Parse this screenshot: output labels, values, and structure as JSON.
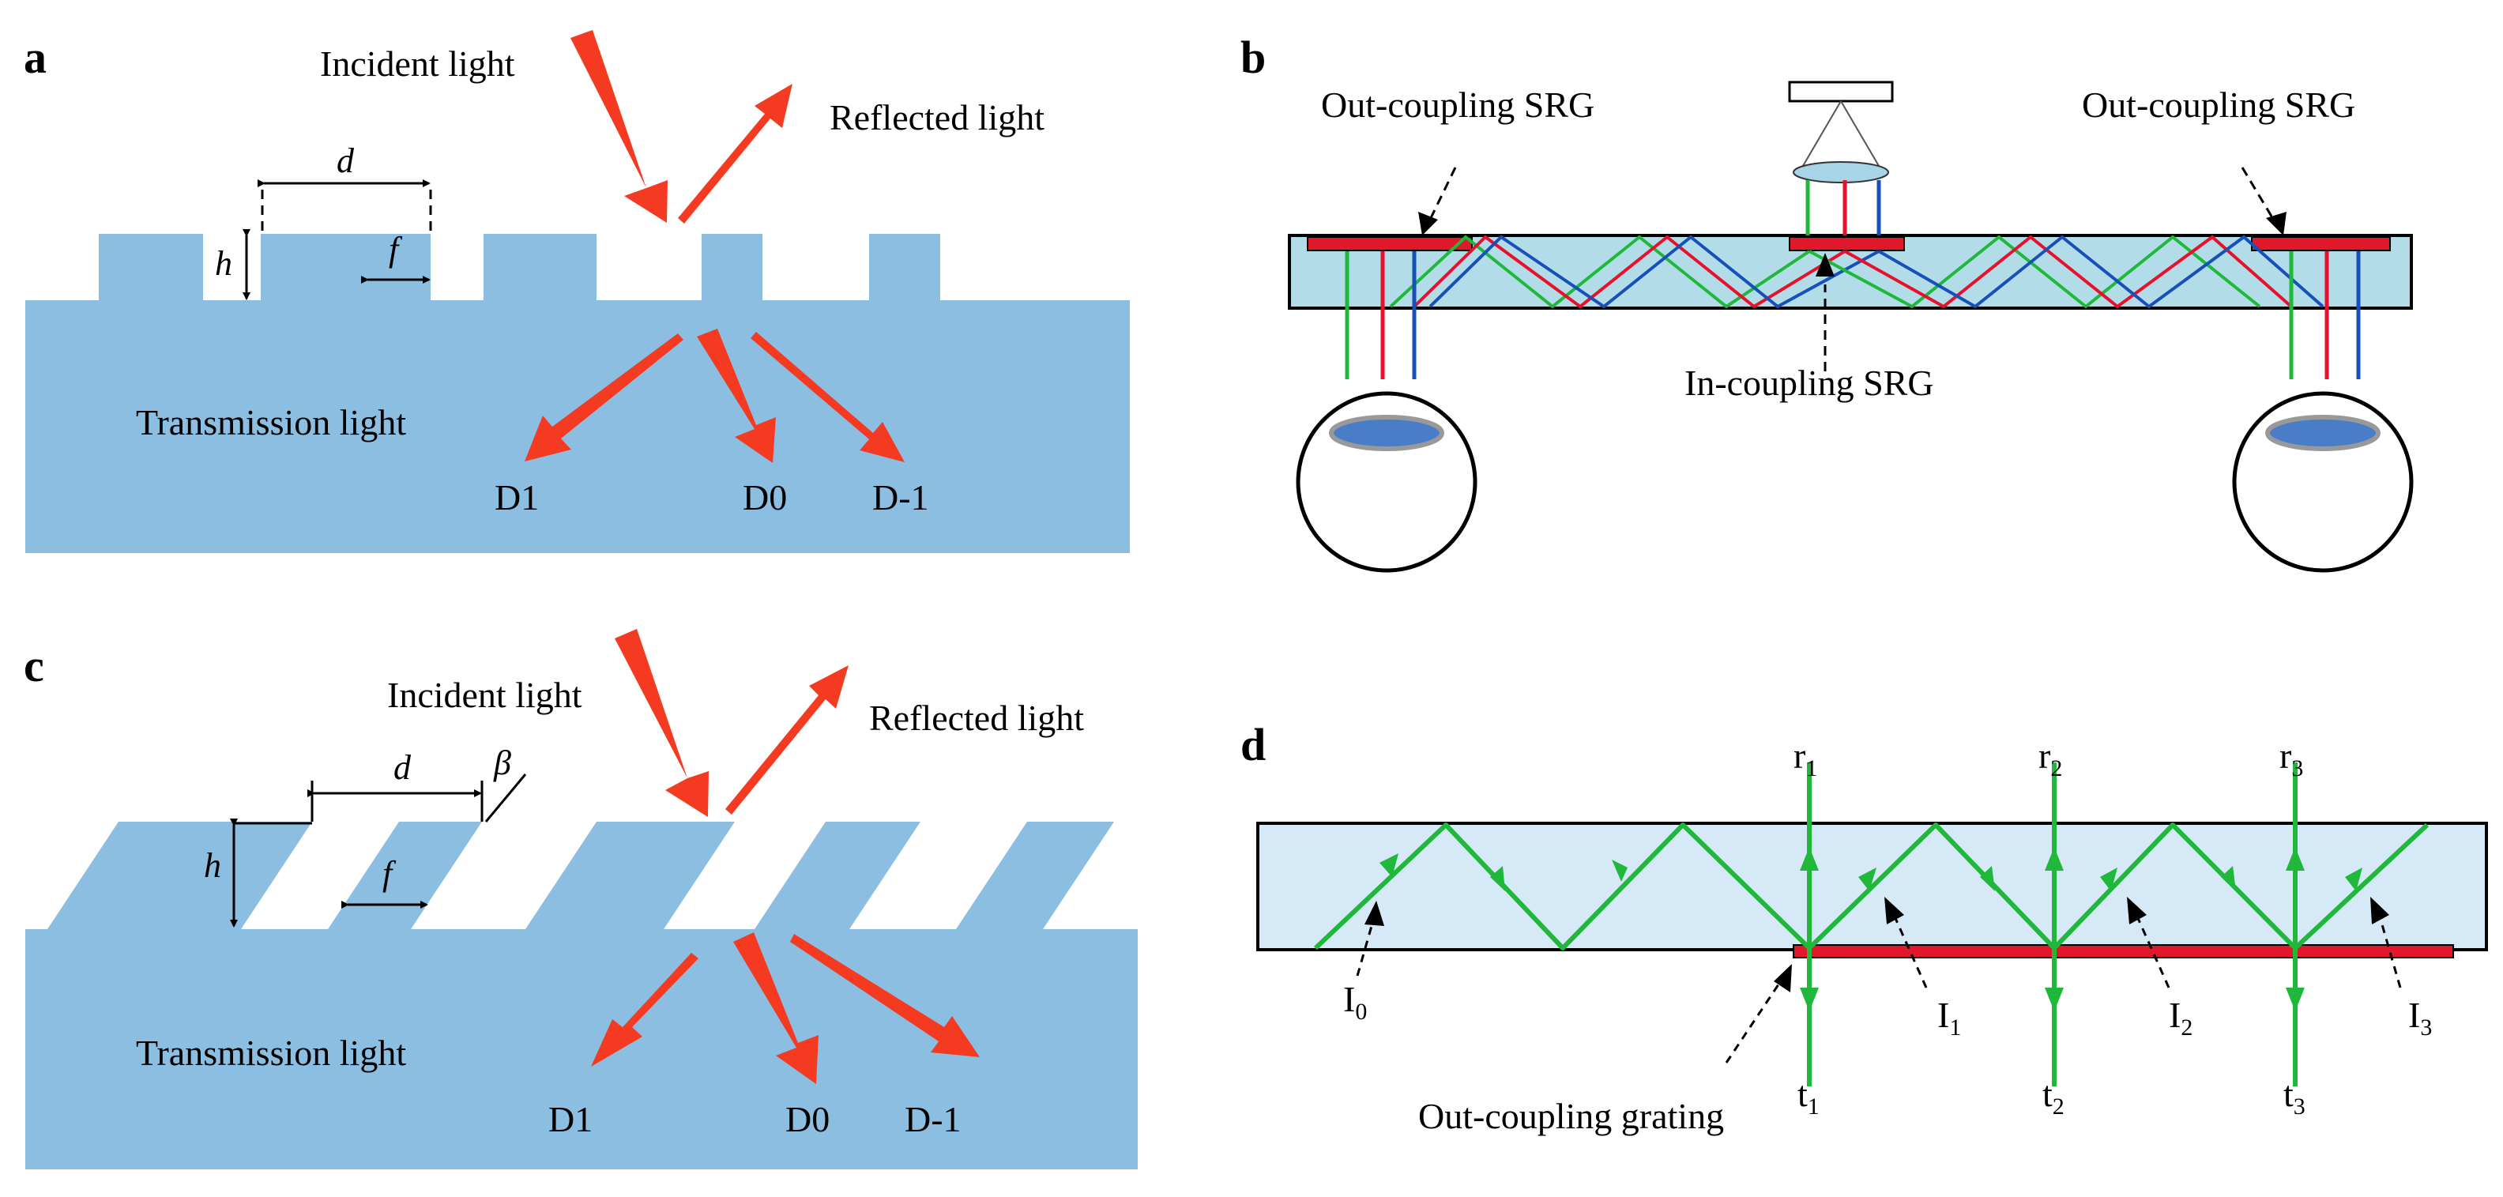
{
  "panels": {
    "a": {
      "letter": "a",
      "incident": "Incident light",
      "reflected": "Reflected  light",
      "transmission": "Transmission light",
      "period": "d",
      "height": "h",
      "width": "f",
      "orders": [
        "D1",
        "D0",
        "D-1"
      ]
    },
    "b": {
      "letter": "b",
      "outcoupling_left": "Out-coupling SRG",
      "outcoupling_right": "Out-coupling SRG",
      "incoupling": "In-coupling SRG"
    },
    "c": {
      "letter": "c",
      "incident": "Incident light",
      "reflected": "Reflected light",
      "transmission": "Transmission light",
      "period": "d",
      "height": "h",
      "width": "f",
      "angle": "β",
      "orders": [
        "D1",
        "D0",
        "D-1"
      ]
    },
    "d": {
      "letter": "d",
      "grating": "Out-coupling grating",
      "r": [
        "r",
        "r",
        "r"
      ],
      "t": [
        "t",
        "t",
        "t"
      ],
      "i": [
        "I",
        "I",
        "I",
        "I"
      ],
      "subs_r": [
        "1",
        "2",
        "3"
      ],
      "subs_t": [
        "1",
        "2",
        "3"
      ],
      "subs_i": [
        "0",
        "1",
        "2",
        "3"
      ]
    }
  },
  "colors": {
    "substrate": "#8BBEE0",
    "waveguide": "#B2DCE8",
    "waveguide_d": "#D6E9F6",
    "arrow_red": "#F53A22",
    "beam_red": "#E8102A",
    "beam_green": "#1FB83A",
    "beam_blue": "#1750B8",
    "grating": "#E0182A"
  }
}
